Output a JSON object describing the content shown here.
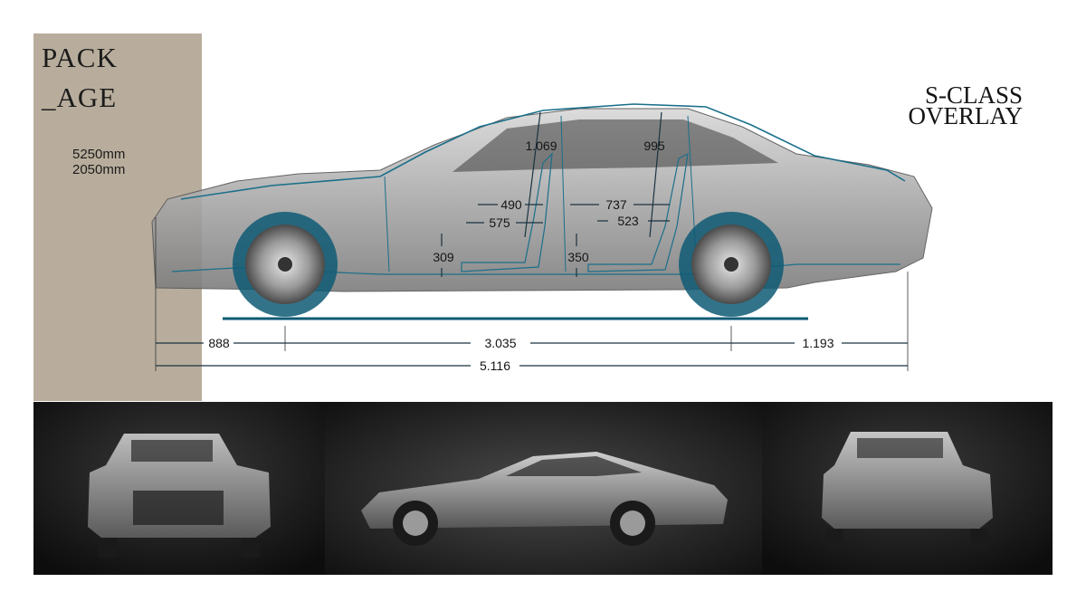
{
  "package": {
    "title_line1": "PACK",
    "title_line2": "_AGE",
    "length": "5250mm",
    "width": "2050mm"
  },
  "overlay": {
    "line1": "S-CLASS",
    "line2": "OVERLAY"
  },
  "dimensions": {
    "front_headroom": "1.069",
    "rear_headroom": "995",
    "front_seat_travel": "490",
    "front_legroom": "575",
    "rear_knee_room": "737",
    "rear_legroom": "523",
    "front_hpoint_height": "309",
    "rear_hpoint_height": "350",
    "front_overhang": "888",
    "wheelbase": "3.035",
    "rear_overhang": "1.193",
    "overall_length": "5.116"
  },
  "colors": {
    "panel_beige": "#b8ad9c",
    "blueprint_teal": "#1a6f8a",
    "wheel_ring": "#0e5a74",
    "render_background": "#111111"
  },
  "renders": [
    {
      "view": "front"
    },
    {
      "view": "side"
    },
    {
      "view": "rear"
    }
  ]
}
